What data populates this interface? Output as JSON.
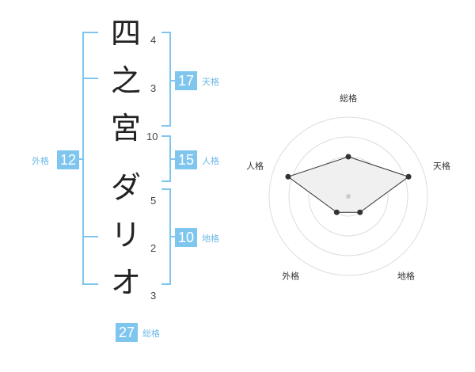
{
  "name_chars": [
    {
      "char": "四",
      "strokes": "4"
    },
    {
      "char": "之",
      "strokes": "3"
    },
    {
      "char": "宮",
      "strokes": "10"
    },
    {
      "char": "ダ",
      "strokes": "5"
    },
    {
      "char": "リ",
      "strokes": "2"
    },
    {
      "char": "オ",
      "strokes": "3"
    }
  ],
  "kakusu": {
    "tenkaku": {
      "value": "17",
      "label": "天格"
    },
    "jinkaku": {
      "value": "15",
      "label": "人格"
    },
    "chikaku": {
      "value": "10",
      "label": "地格"
    },
    "gaikaku": {
      "value": "12",
      "label": "外格"
    },
    "soukaku": {
      "value": "27",
      "label": "総格"
    }
  },
  "colors": {
    "accent": "#7fc6ef",
    "accent_text": "#6cb8e6",
    "text": "#222222",
    "radar_fill": "#f0f0f0",
    "radar_grid": "#dddddd"
  },
  "chart_data": {
    "type": "radar",
    "axes": [
      "総格",
      "天格",
      "地格",
      "外格",
      "人格"
    ],
    "values": [
      0.5,
      0.8,
      0.25,
      0.25,
      0.8
    ],
    "max": 1,
    "rings": 4,
    "title": ""
  }
}
